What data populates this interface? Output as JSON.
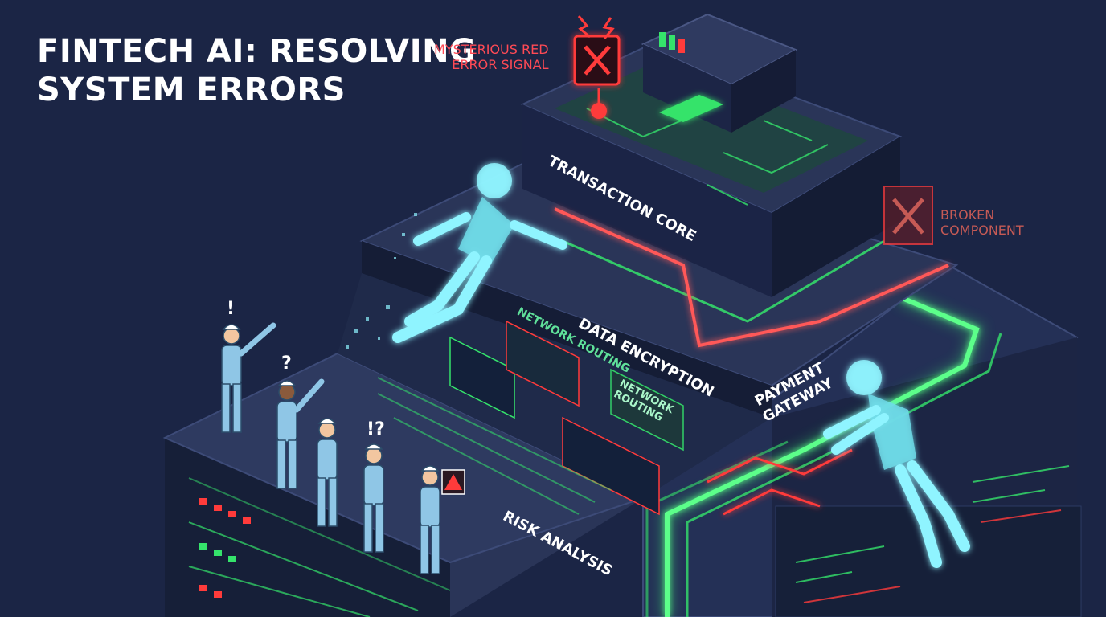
{
  "title": {
    "line1": "FINTECH AI: RESOLVING",
    "line2": "SYSTEM ERRORS"
  },
  "callouts": {
    "error_signal": {
      "line1": "MYSTERIOUS RED",
      "line2": "ERROR SIGNAL"
    },
    "broken_component": {
      "line1": "BROKEN",
      "line2": "COMPONENT"
    }
  },
  "layers": {
    "transaction_core": "TRANSACTION CORE",
    "data_encryption": "DATA ENCRYPTION",
    "risk_analysis": "RISK ANALYSIS",
    "network_routing": "NETWORK ROUTING",
    "network_routing_panel": {
      "line1": "NETWORK",
      "line2": "ROUTING"
    },
    "payment_gateway": {
      "line1": "PAYMENT",
      "line2": "GATEWAY"
    }
  },
  "worker_marks": {
    "exclaim": "!",
    "question": "?",
    "surprise": "!?"
  },
  "icons": {
    "error_sign": "error-x-sign-icon",
    "broken_block": "broken-x-block-icon",
    "tablet_warning": "warning-triangle-icon"
  },
  "colors": {
    "background": "#1b2545",
    "circuit_green": "#35e36b",
    "error_red": "#ff3b3b",
    "ai_glow": "#8ff4ff",
    "worker_suit": "#8fc6e6"
  }
}
